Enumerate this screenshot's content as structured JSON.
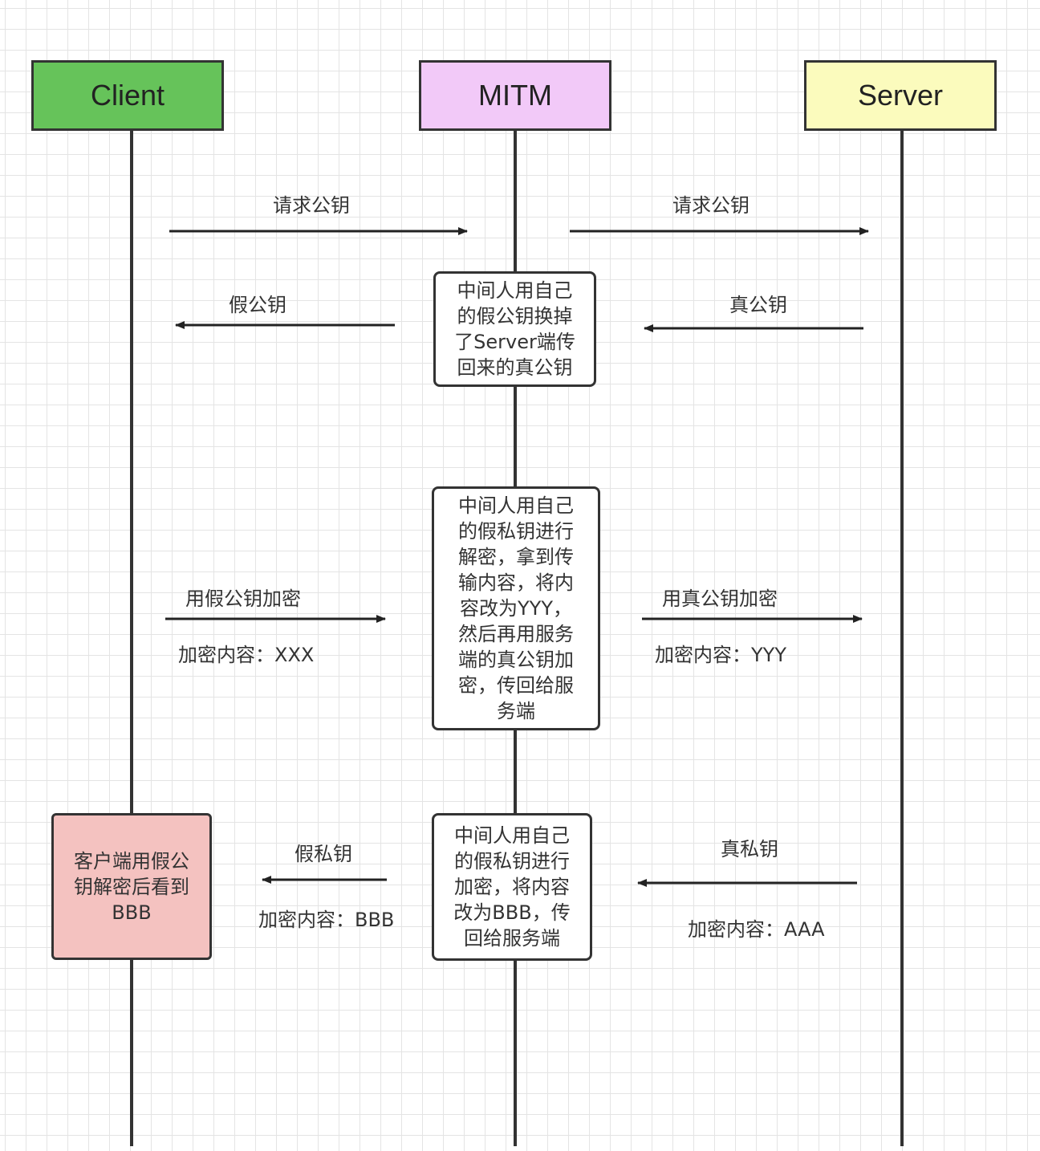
{
  "participants": [
    {
      "label": "Client",
      "color": "#66c35a"
    },
    {
      "label": "MITM",
      "color": "#f2c9f8"
    },
    {
      "label": "Server",
      "color": "#fbfbbd"
    }
  ],
  "messages": {
    "m1": "请求公钥",
    "m2": "请求公钥",
    "m3": "假公钥",
    "m4": "真公钥",
    "m5": "用假公钥加密",
    "m5_sub": "加密内容：XXX",
    "m6": "用真公钥加密",
    "m6_sub": "加密内容：YYY",
    "m7": "假私钥",
    "m7_sub": "加密内容：BBB",
    "m8": "真私钥",
    "m8_sub": "加密内容：AAA"
  },
  "notes": {
    "n1": "中间人用自己\n的假公钥换掉\n了Server端传\n回来的真公钥",
    "n2": "中间人用自己\n的假私钥进行\n解密，拿到传\n输内容，将内\n容改为YYY，\n然后再用服务\n端的真公钥加\n密，传回给服\n务端",
    "n3": "中间人用自己\n的假私钥进行\n加密，将内容\n改为BBB，传\n回给服务端",
    "client_note": "客户端用假公\n钥解密后看到\nBBB",
    "client_note_color": "#f4c2c0"
  }
}
